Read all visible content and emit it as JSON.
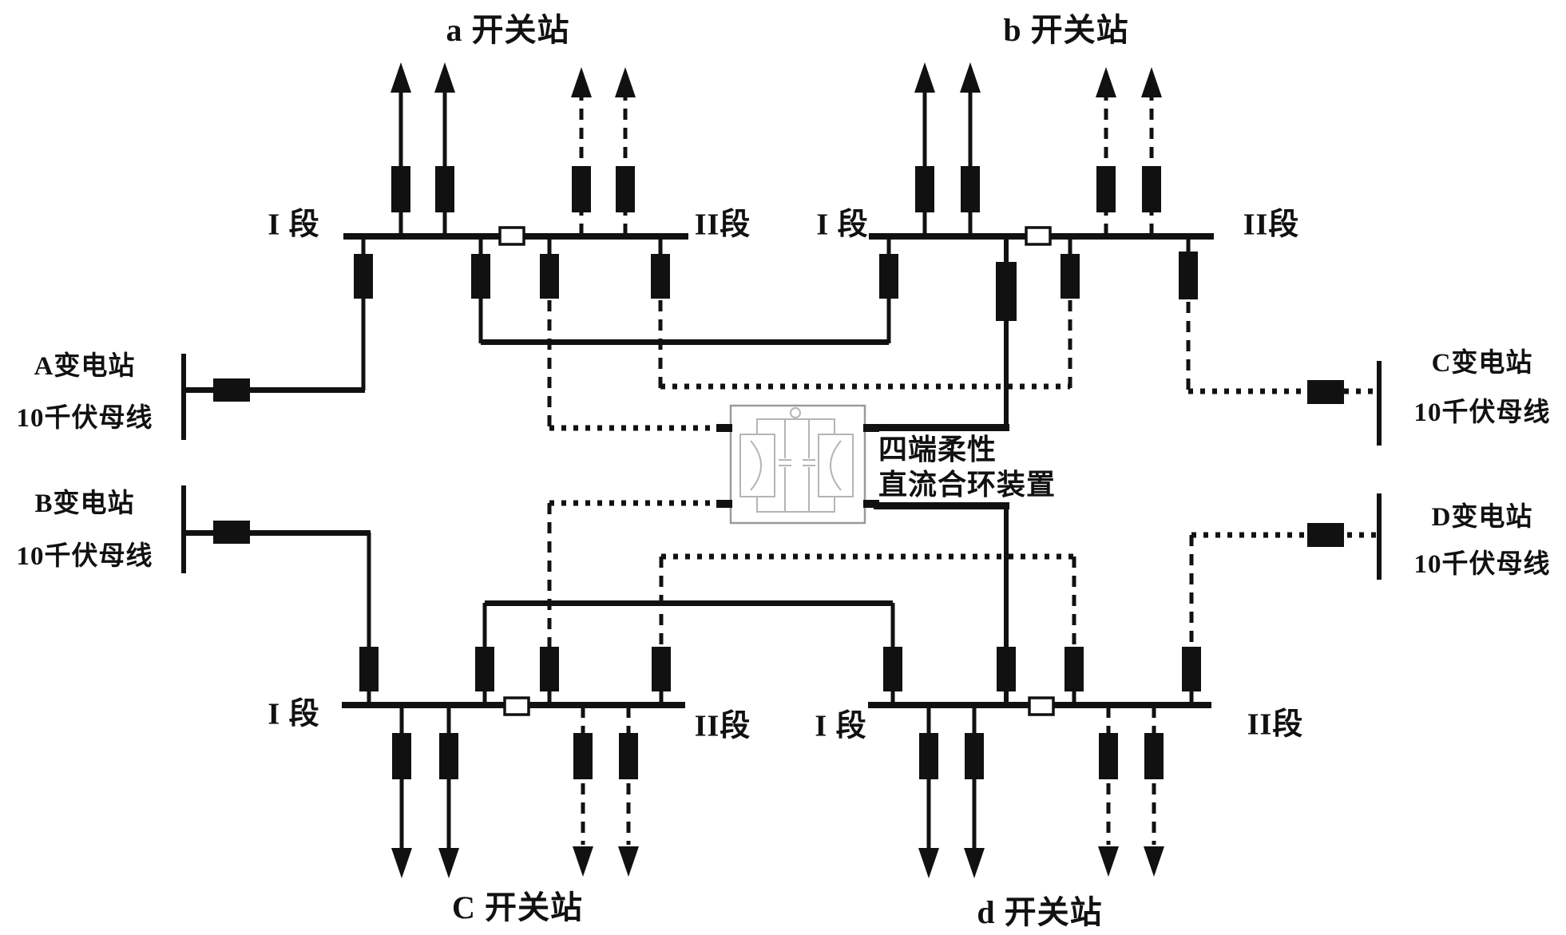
{
  "stations": {
    "a": {
      "name": "a 开关站",
      "section1": "I 段",
      "section2": "II段"
    },
    "b": {
      "name": "b 开关站",
      "section1": "I 段",
      "section2": "II段"
    },
    "c": {
      "name": "C 开关站",
      "section1": "I 段",
      "section2": "II段"
    },
    "d": {
      "name": "d 开关站",
      "section1": "I 段",
      "section2": "II段"
    }
  },
  "substations": {
    "A": {
      "name": "A变电站",
      "bus": "10千伏母线"
    },
    "B": {
      "name": "B变电站",
      "bus": "10千伏母线"
    },
    "C": {
      "name": "C变电站",
      "bus": "10千伏母线"
    },
    "D": {
      "name": "D变电站",
      "bus": "10千伏母线"
    }
  },
  "device": {
    "line1": "四端柔性",
    "line2": "直流合环装置"
  },
  "colors": {
    "line": "#111111",
    "device_outline": "#9a9a9a",
    "device_inner": "#b5b5b5",
    "background": "#ffffff"
  }
}
